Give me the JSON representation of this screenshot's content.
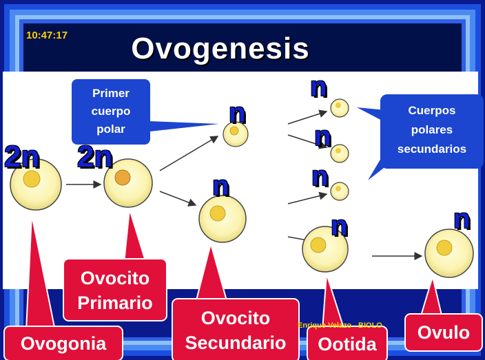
{
  "clock": "10:47:17",
  "title": "Ovogenesis",
  "footer": "Enrique Velazo - BIOLO",
  "ploidy": {
    "diploid": "2n",
    "haploid": "n"
  },
  "callouts": {
    "primer_cuerpo_polar": [
      "Primer",
      "cuerpo",
      "polar"
    ],
    "cuerpos_polares_secundarios": [
      "Cuerpos",
      "polares",
      "secundarios"
    ]
  },
  "labels": {
    "ovogonia": "Ovogonia",
    "ovocito_primario": [
      "Ovocito",
      "Primario"
    ],
    "ovocito_secundario": [
      "Ovocito",
      "Secundario"
    ],
    "ootida": "Ootida",
    "ovulo": "Ovulo"
  },
  "colors": {
    "navy": "#0a1a8c",
    "stage_label": "#e0103a",
    "callout": "#1c45d0",
    "cell": "#fbf3b0",
    "nucleus": "#f0cd3c",
    "chromosome": "#1020d0"
  }
}
